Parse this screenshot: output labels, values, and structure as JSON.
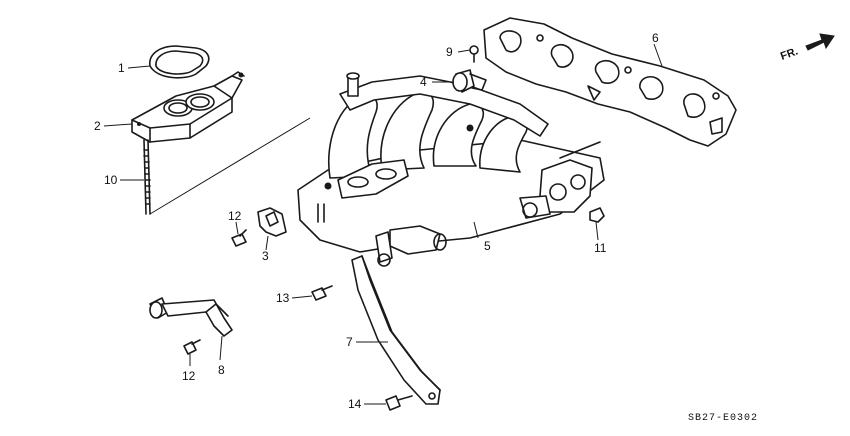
{
  "callouts": {
    "c1": "1",
    "c2": "2",
    "c3": "3",
    "c4": "4",
    "c5": "5",
    "c6": "6",
    "c7": "7",
    "c8": "8",
    "c9": "9",
    "c10": "10",
    "c11": "11",
    "c12a": "12",
    "c12b": "12",
    "c13": "13",
    "c14": "14"
  },
  "direction_label": "FR.",
  "diagram_code": "SB27-E0302",
  "icons": {
    "front_arrow": "front-direction-arrow-icon"
  }
}
